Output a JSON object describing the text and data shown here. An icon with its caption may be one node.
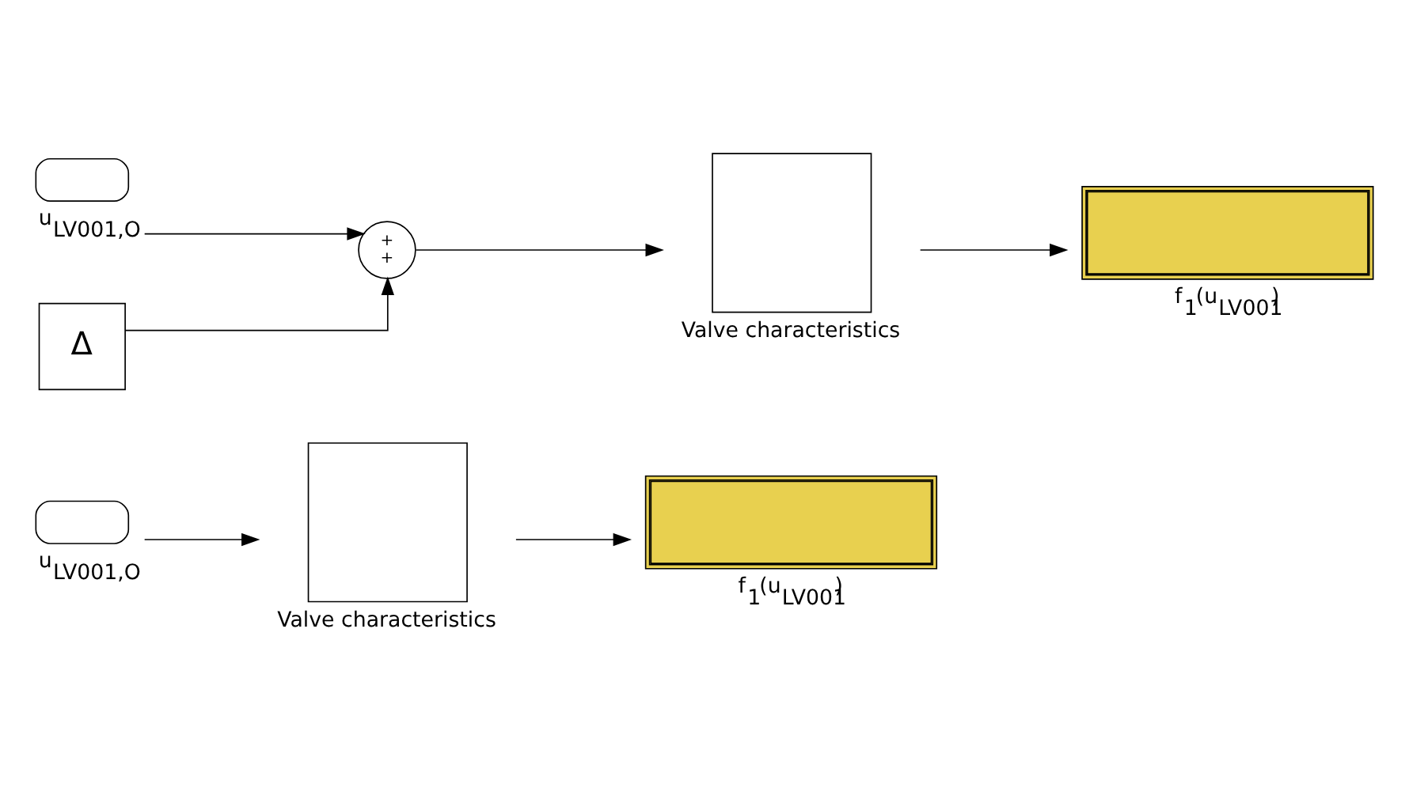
{
  "diagram": {
    "nodes": [
      {
        "text": [
          "u$_{LV001,O}$"
        ]
      },
      {
        "text": [
          "Valve characteristics"
        ]
      },
      {
        "text": [
          "f$_{1}$(u$_{LV001}$)"
        ]
      },
      {
        "text": [
          "u$_{LV001,O}$"
        ]
      },
      {
        "text": [
          "+",
          "+"
        ]
      },
      {
        "text": [
          "Valve characteristics"
        ]
      },
      {
        "text": [
          "f$_{1}$(u$_{LV001}$)"
        ]
      },
      {
        "text": [
          "Δ"
        ]
      }
    ],
    "edges": [
      {
        "from": 0,
        "to": 1,
        "arrow": "to"
      },
      {
        "from": 1,
        "to": 2,
        "arrow": "to"
      },
      {
        "from": 3,
        "to": 4,
        "arrow": "to"
      },
      {
        "from": 7,
        "to": 4,
        "arrow": "to"
      },
      {
        "from": 4,
        "to": 5,
        "arrow": "to"
      },
      {
        "from": 5,
        "to": 6,
        "arrow": "to"
      }
    ]
  }
}
